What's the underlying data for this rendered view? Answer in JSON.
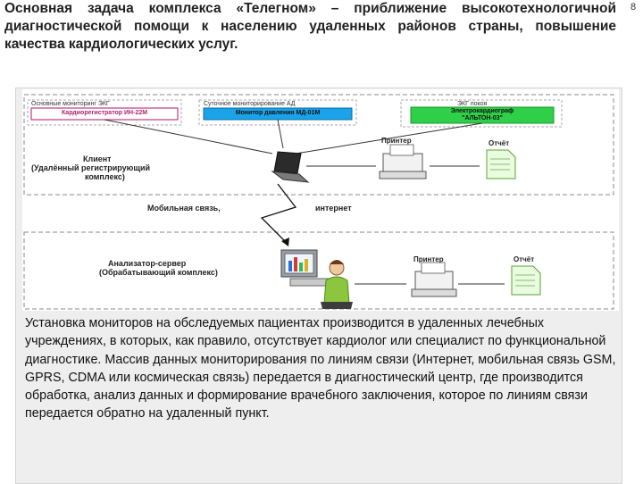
{
  "title": "Основная задача комплекса «Телегном» – приближение высокотехнологичной диагностической помощи к населению удаленных районов страны, повышение качества кардиологических услуг.",
  "page_number": "8",
  "diagram": {
    "caption_ecg": "Основные мониторинг ЭКГ",
    "device_ecg": "Кардиорегистратор ИН-22М",
    "caption_bp": "Суточное мониторирование АД",
    "device_bp": "Монитор давления МД-01М",
    "caption_rest": "ЭКГ покоя",
    "device_rest_line1": "Электрокардиограф",
    "device_rest_line2": "\"АЛЬТОН-03\"",
    "printer_top": "Принтер",
    "report_top": "Отчёт",
    "client_line1": "Клиент",
    "client_line2": "(Удалённый регистрирующий",
    "client_line3": "комплекс)",
    "mobile": "Мобильная связь,",
    "internet": "интернет",
    "server_line1": "Анализатор-сервер",
    "server_line2": "(Обрабатывающий комплекс)",
    "printer_bottom": "Принтер",
    "report_bottom": "Отчёт"
  },
  "body": "Установка мониторов на обследуемых пациентах производится в удаленных лечебных учреждениях, в которых, как правило, отсутствует кардиолог или специалист по функциональной диагностике. Массив данных мониторирования по линиям связи (Интернет, мобильная связь GSM, GPRS, CDMA или космическая связь) передается в диагностический центр, где производится обработка, анализ данных и формирование врачебного заключения, которое по линиям связи передается обратно на удаленный пункт."
}
